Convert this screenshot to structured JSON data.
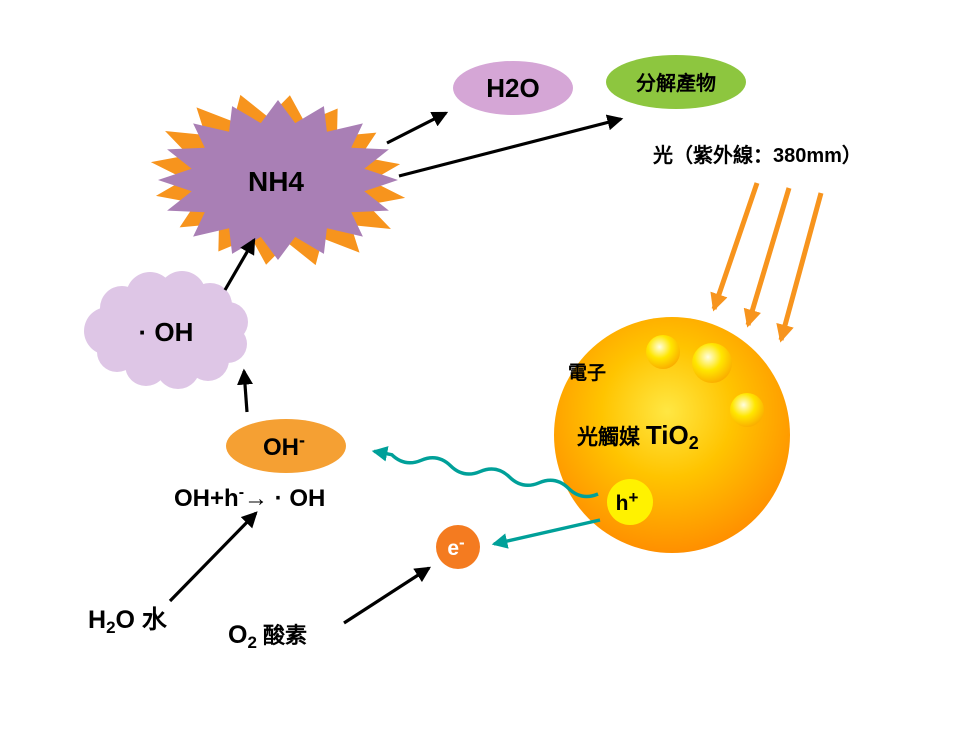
{
  "labels": {
    "light": "光（紫外線：380mm）",
    "h2o_bubble": "H2O",
    "products_bubble": "分解產物",
    "nh4": "NH4",
    "oh_radical": "· OH",
    "oh_minus": {
      "base": "OH",
      "sup": "-"
    },
    "reaction": {
      "pre": "OH+h",
      "sup": "-",
      "post": "→ · OH"
    },
    "electron": "電子",
    "catalyst": {
      "cjk": "光觸媒 ",
      "formula": "TiO",
      "sub": "2"
    },
    "hole": {
      "base": "h",
      "sup": "+"
    },
    "electron_particle": {
      "base": "e",
      "sup": "-"
    },
    "water_source": {
      "pre": "H",
      "sub": "2",
      "post": "O 水"
    },
    "oxygen_source": {
      "pre": "O",
      "sub": "2",
      "post": " 酸素"
    }
  },
  "colors": {
    "h2o_bubble_fill": "#D5A6D6",
    "products_fill": "#8DC63F",
    "nh4_fill": "#A97FB5",
    "nh4_spikes": "#F7941D",
    "oh_cloud_fill": "#DEC6E6",
    "oh_minus_fill": "#F5A033",
    "hole_fill": "#FFF200",
    "electron_fill": "#F47B20",
    "sphere_center": "#FFE743",
    "sphere_mid": "#FFC400",
    "sphere_edge": "#FF8C00",
    "teal": "#00A099",
    "light_orange": "#F7941D",
    "black": "#000000"
  }
}
